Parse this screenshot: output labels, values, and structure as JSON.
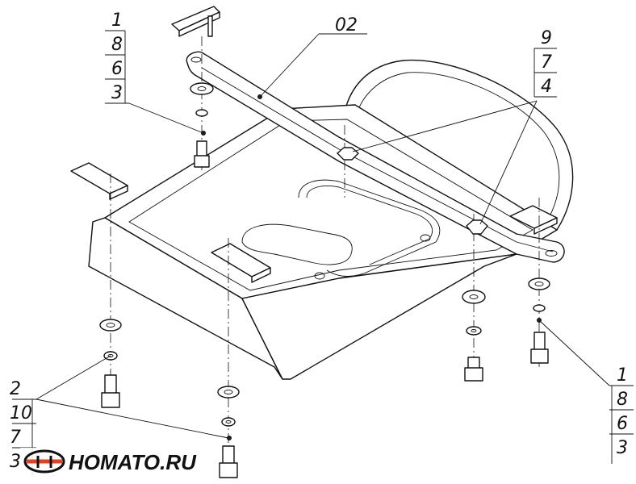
{
  "title_label": "02",
  "callouts": {
    "top_left": [
      "1",
      "8",
      "6",
      "3"
    ],
    "top_right": [
      "9",
      "7",
      "4"
    ],
    "bottom_left": [
      "2",
      "10",
      "7",
      "3"
    ],
    "bottom_right": [
      "1",
      "8",
      "6",
      "3"
    ]
  },
  "logo": {
    "text": "HOMATO.RU",
    "accent_color": "#e8401c"
  }
}
